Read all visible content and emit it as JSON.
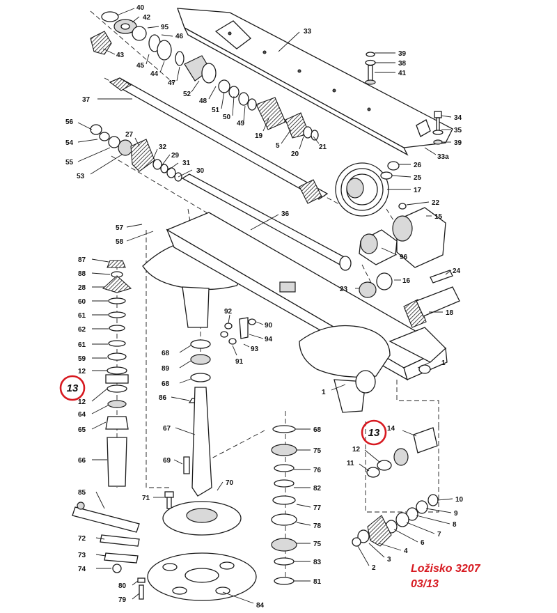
{
  "drawing": {
    "highlight_part": "13",
    "caption_line1": "Ložisko 3207",
    "caption_line2": "03/13",
    "accent_color": "#d71920"
  },
  "callouts": [
    {
      "id": "40",
      "label": "40"
    },
    {
      "id": "42",
      "label": "42"
    },
    {
      "id": "95",
      "label": "95"
    },
    {
      "id": "46",
      "label": "46"
    },
    {
      "id": "43",
      "label": "43"
    },
    {
      "id": "45",
      "label": "45"
    },
    {
      "id": "44",
      "label": "44"
    },
    {
      "id": "47",
      "label": "47"
    },
    {
      "id": "52",
      "label": "52"
    },
    {
      "id": "48",
      "label": "48"
    },
    {
      "id": "51",
      "label": "51"
    },
    {
      "id": "50",
      "label": "50"
    },
    {
      "id": "49",
      "label": "49"
    },
    {
      "id": "33",
      "label": "33"
    },
    {
      "id": "39a",
      "label": "39"
    },
    {
      "id": "38",
      "label": "38"
    },
    {
      "id": "41",
      "label": "41"
    },
    {
      "id": "37",
      "label": "37"
    },
    {
      "id": "19",
      "label": "19"
    },
    {
      "id": "5",
      "label": "5"
    },
    {
      "id": "20",
      "label": "20"
    },
    {
      "id": "21",
      "label": "21"
    },
    {
      "id": "34",
      "label": "34"
    },
    {
      "id": "35",
      "label": "35"
    },
    {
      "id": "39b",
      "label": "39"
    },
    {
      "id": "33a",
      "label": "33a"
    },
    {
      "id": "56",
      "label": "56"
    },
    {
      "id": "54",
      "label": "54"
    },
    {
      "id": "55",
      "label": "55"
    },
    {
      "id": "53",
      "label": "53"
    },
    {
      "id": "27",
      "label": "27"
    },
    {
      "id": "32",
      "label": "32"
    },
    {
      "id": "29",
      "label": "29"
    },
    {
      "id": "31",
      "label": "31"
    },
    {
      "id": "30",
      "label": "30"
    },
    {
      "id": "26",
      "label": "26"
    },
    {
      "id": "25",
      "label": "25"
    },
    {
      "id": "17",
      "label": "17"
    },
    {
      "id": "22",
      "label": "22"
    },
    {
      "id": "15",
      "label": "15"
    },
    {
      "id": "36",
      "label": "36"
    },
    {
      "id": "57",
      "label": "57"
    },
    {
      "id": "58",
      "label": "58"
    },
    {
      "id": "96",
      "label": "96"
    },
    {
      "id": "24",
      "label": "24"
    },
    {
      "id": "87",
      "label": "87"
    },
    {
      "id": "88",
      "label": "88"
    },
    {
      "id": "28",
      "label": "28"
    },
    {
      "id": "60",
      "label": "60"
    },
    {
      "id": "61a",
      "label": "61"
    },
    {
      "id": "62",
      "label": "62"
    },
    {
      "id": "61b",
      "label": "61"
    },
    {
      "id": "59",
      "label": "59"
    },
    {
      "id": "12a",
      "label": "12"
    },
    {
      "id": "12b",
      "label": "12"
    },
    {
      "id": "64",
      "label": "64"
    },
    {
      "id": "65",
      "label": "65"
    },
    {
      "id": "66",
      "label": "66"
    },
    {
      "id": "16",
      "label": "16"
    },
    {
      "id": "23",
      "label": "23"
    },
    {
      "id": "18",
      "label": "18"
    },
    {
      "id": "92",
      "label": "92"
    },
    {
      "id": "90",
      "label": "90"
    },
    {
      "id": "94",
      "label": "94"
    },
    {
      "id": "93",
      "label": "93"
    },
    {
      "id": "91",
      "label": "91"
    },
    {
      "id": "68a",
      "label": "68"
    },
    {
      "id": "89",
      "label": "89"
    },
    {
      "id": "68b",
      "label": "68"
    },
    {
      "id": "86",
      "label": "86"
    },
    {
      "id": "1a",
      "label": "1"
    },
    {
      "id": "1b",
      "label": "1"
    },
    {
      "id": "67",
      "label": "67"
    },
    {
      "id": "69",
      "label": "69"
    },
    {
      "id": "68c",
      "label": "68"
    },
    {
      "id": "75a",
      "label": "75"
    },
    {
      "id": "76",
      "label": "76"
    },
    {
      "id": "14",
      "label": "14"
    },
    {
      "id": "12c",
      "label": "12"
    },
    {
      "id": "11",
      "label": "11"
    },
    {
      "id": "85",
      "label": "85"
    },
    {
      "id": "71",
      "label": "71"
    },
    {
      "id": "70",
      "label": "70"
    },
    {
      "id": "82",
      "label": "82"
    },
    {
      "id": "77",
      "label": "77"
    },
    {
      "id": "10",
      "label": "10"
    },
    {
      "id": "9",
      "label": "9"
    },
    {
      "id": "8",
      "label": "8"
    },
    {
      "id": "72",
      "label": "72"
    },
    {
      "id": "78",
      "label": "78"
    },
    {
      "id": "7",
      "label": "7"
    },
    {
      "id": "6",
      "label": "6"
    },
    {
      "id": "73",
      "label": "73"
    },
    {
      "id": "75b",
      "label": "75"
    },
    {
      "id": "4",
      "label": "4"
    },
    {
      "id": "3",
      "label": "3"
    },
    {
      "id": "74",
      "label": "74"
    },
    {
      "id": "83",
      "label": "83"
    },
    {
      "id": "2",
      "label": "2"
    },
    {
      "id": "80",
      "label": "80"
    },
    {
      "id": "81",
      "label": "81"
    },
    {
      "id": "79",
      "label": "79"
    },
    {
      "id": "84",
      "label": "84"
    }
  ]
}
